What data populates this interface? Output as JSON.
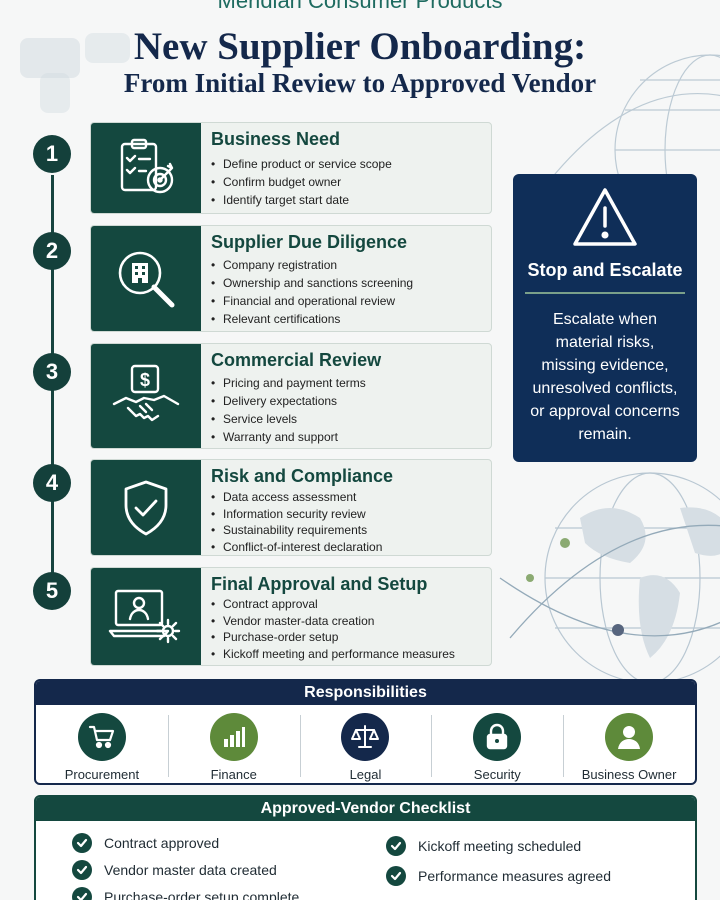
{
  "header": {
    "organization": "Meridian Consumer Products",
    "title": "New Supplier Onboarding:",
    "subtitle": "From Initial Review to Approved Vendor"
  },
  "steps": [
    {
      "number": "1",
      "title": "Business Need",
      "icon": "clipboard-target-icon",
      "items": [
        "Define product or service scope",
        "Confirm budget owner",
        "Identify target start date"
      ]
    },
    {
      "number": "2",
      "title": "Supplier Due Diligence",
      "icon": "magnifier-building-icon",
      "items": [
        "Company registration",
        "Ownership and sanctions screening",
        "Financial and operational review",
        "Relevant certifications"
      ]
    },
    {
      "number": "3",
      "title": "Commercial Review",
      "icon": "handshake-dollar-icon",
      "items": [
        "Pricing and payment terms",
        "Delivery expectations",
        "Service levels",
        "Warranty and support"
      ]
    },
    {
      "number": "4",
      "title": "Risk and Compliance",
      "icon": "shield-check-icon",
      "items": [
        "Data access assessment",
        "Information security review",
        "Sustainability requirements",
        "Conflict-of-interest declaration"
      ]
    },
    {
      "number": "5",
      "title": "Final Approval and Setup",
      "icon": "laptop-user-gear-icon",
      "items": [
        "Contract approval",
        "Vendor master-data creation",
        "Purchase-order setup",
        "Kickoff meeting and performance measures"
      ]
    }
  ],
  "escalation": {
    "icon": "warning-icon",
    "title": "Stop and Escalate",
    "body": "Escalate when material risks, missing evidence, unresolved conflicts, or approval concerns remain."
  },
  "responsibilities": {
    "heading": "Responsibilities",
    "roles": [
      {
        "label": "Procurement",
        "icon": "cart-icon",
        "color": "#14483f"
      },
      {
        "label": "Finance",
        "icon": "bar-chart-icon",
        "color": "#5e8a3a"
      },
      {
        "label": "Legal",
        "icon": "scales-icon",
        "color": "#14284b"
      },
      {
        "label": "Security",
        "icon": "lock-icon",
        "color": "#14483f"
      },
      {
        "label": "Business Owner",
        "icon": "person-icon",
        "color": "#5e8a3a"
      }
    ]
  },
  "checklist": {
    "heading": "Approved-Vendor Checklist",
    "left": [
      "Contract approved",
      "Vendor master data created",
      "Purchase-order setup complete"
    ],
    "right": [
      "Kickoff meeting scheduled",
      "Performance measures agreed"
    ]
  },
  "colors": {
    "teal": "#14483f",
    "navy": "#14284b",
    "green": "#5e8a3a",
    "card": "#eef2ef"
  }
}
